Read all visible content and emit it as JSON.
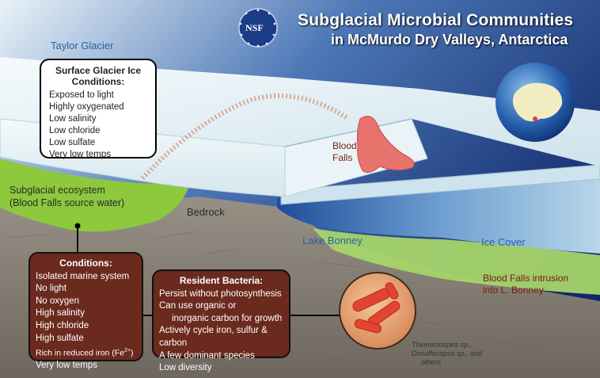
{
  "title": {
    "line1": "Subglacial Microbial Communities",
    "line2": "in McMurdo Dry Valleys, Antarctica"
  },
  "logo": {
    "text": "NSF"
  },
  "labels": {
    "taylor_glacier": "Taylor Glacier",
    "blood_falls_line1": "Blood",
    "blood_falls_line2": "Falls",
    "subglacial_line1": "Subglacial ecosystem",
    "subglacial_line2": "(Blood Falls source water)",
    "bedrock": "Bedrock",
    "lake_bonney": "Lake Bonney",
    "ice_cover": "Ice Cover",
    "intrusion_line1": "Blood Falls intrusion",
    "intrusion_line2": "into L. Bonney",
    "species_line1": "Thiomicrospira sp.,",
    "species_line2": "Desulfocapsa sp., and",
    "species_line3": "others"
  },
  "surface_box": {
    "heading_line1": "Surface Glacier Ice",
    "heading_line2": "Conditions:",
    "items": [
      "Exposed to light",
      "Highly oxygenated",
      "Low salinity",
      "Low chloride",
      "Low sulfate",
      "Very low temps"
    ]
  },
  "conditions_box": {
    "heading": "Conditions:",
    "items": [
      "Isolated marine system",
      "No light",
      "No oxygen",
      "High salinity",
      "High chloride",
      "High sulfate"
    ],
    "iron_text": "Rich in reduced iron (Fe",
    "iron_sup": "2+",
    "iron_close": ")",
    "last_item": "Very low temps"
  },
  "bacteria_box": {
    "heading": "Resident Bacteria:",
    "items": [
      "Persist without  photosynthesis",
      "Can use organic or",
      "     inorganic carbon for growth",
      "Actively cycle iron, sulfur & carbon",
      "A few dominant species",
      "Low diversity"
    ]
  },
  "colors": {
    "sky": "#1e3f8c",
    "glacier": "#dfeef4",
    "subglacial": "#8dc83d",
    "bedrock": "#8a8378",
    "lake": "#2f62a8",
    "box_brown": "#6b2a1e",
    "blood_falls": "#e8736d"
  }
}
